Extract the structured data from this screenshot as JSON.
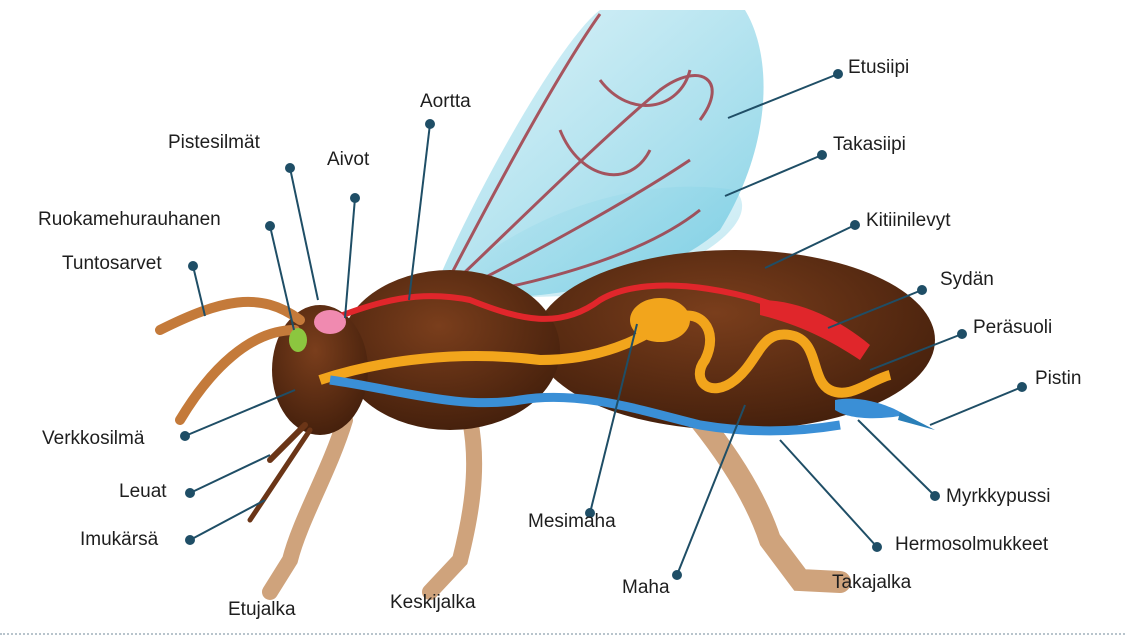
{
  "labels": {
    "etusiipi": "Etusiipi",
    "takasiipi": "Takasiipi",
    "aortta": "Aortta",
    "pistesilmat": "Pistesilmät",
    "aivot": "Aivot",
    "ruokamehurauhanen": "Ruokamehurauhanen",
    "tuntosarvet": "Tuntosarvet",
    "kitiinilevyt": "Kitiinilevyt",
    "sydan": "Sydän",
    "perasuoli": "Peräsuoli",
    "pistin": "Pistin",
    "verkkosilma": "Verkkosilmä",
    "leuat": "Leuat",
    "imukarsa": "Imukärsä",
    "myrkkypussi": "Myrkkypussi",
    "hermosolmukkeet": "Hermosolmukkeet",
    "mesimaha": "Mesimaha",
    "maha": "Maha",
    "takajalka": "Takajalka",
    "etujalka": "Etujalka",
    "keskijalka": "Keskijalka"
  },
  "colors": {
    "body": "#5a2d14",
    "wing": "#8fd3e6",
    "vein": "#a0303a",
    "heart": "#e0262b",
    "gut": "#f2a51c",
    "nerve": "#3a8fd6",
    "leg": "#d8ad86",
    "brain": "#f08ab0",
    "eye": "#8cc63f",
    "leader": "#1f4e66"
  }
}
